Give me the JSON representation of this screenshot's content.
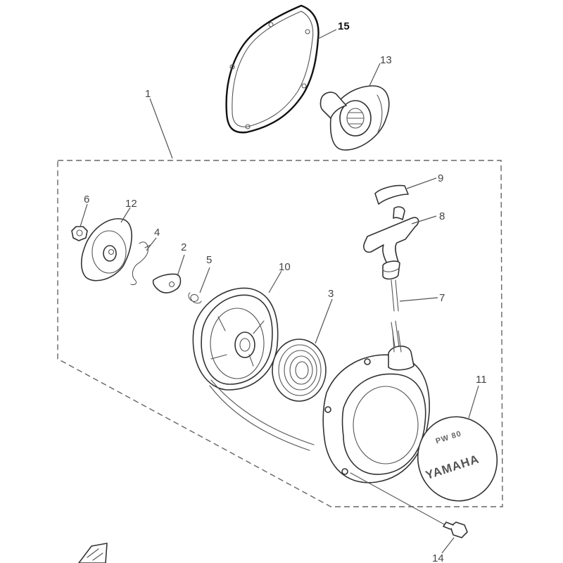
{
  "diagram": {
    "callouts": {
      "p1": "1",
      "p2": "2",
      "p3": "3",
      "p4": "4",
      "p5": "5",
      "p6": "6",
      "p7": "7",
      "p8": "8",
      "p9": "9",
      "p10": "10",
      "p11": "11",
      "p12": "12",
      "p13": "13",
      "p14": "14",
      "p15": "15"
    },
    "emblem": {
      "brand": "YAMAHA",
      "model": "PW 80"
    }
  }
}
